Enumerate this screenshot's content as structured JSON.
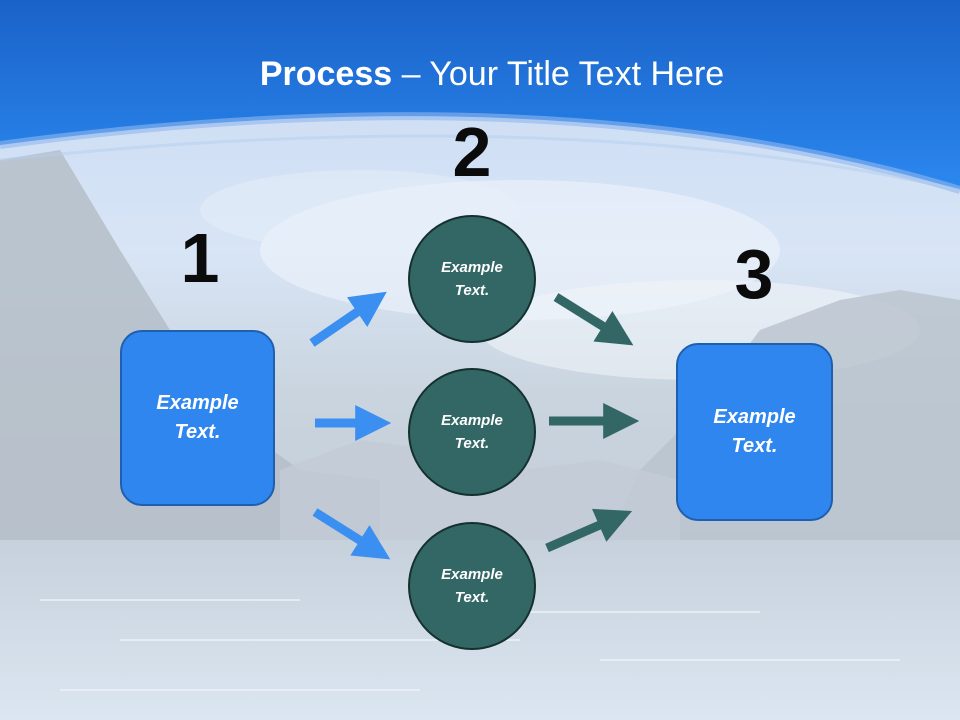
{
  "slide": {
    "title_bold": "Process",
    "title_rest": " – Your Title Text Here",
    "steps": {
      "step1_number": "1",
      "step2_number": "2",
      "step3_number": "3"
    },
    "start_box": {
      "label": "Example Text."
    },
    "end_box": {
      "label": "Example Text."
    },
    "circles": [
      {
        "label": "Example Text."
      },
      {
        "label": "Example Text."
      },
      {
        "label": "Example Text."
      }
    ]
  },
  "colors": {
    "header_blue": "#1c73e0",
    "box_blue": "#2f86ee",
    "circle_teal": "#336766",
    "arrow_blue": "#3b8ff0",
    "arrow_teal": "#336766"
  }
}
